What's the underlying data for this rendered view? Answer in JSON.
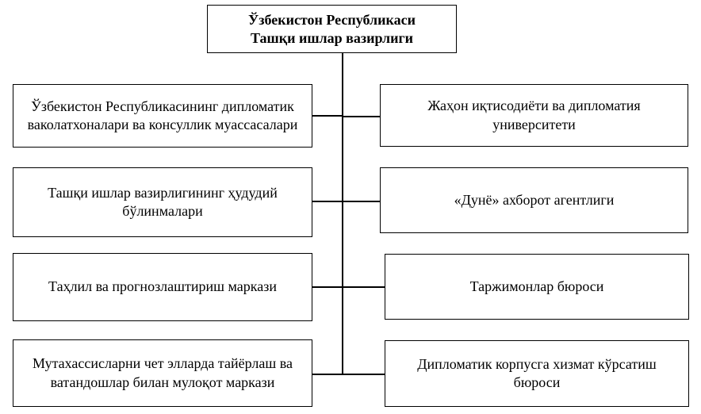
{
  "root": {
    "line1": "Ўзбекистон Республикаси",
    "line2": "Ташқи ишлар вазирлиги"
  },
  "left": [
    {
      "label": "Ўзбекистон Республикасининг дипломатик ваколатхоналари ва консуллик муассасалари"
    },
    {
      "label": "Ташқи ишлар вазирлигининг ҳудудий бўлинмалари"
    },
    {
      "label": "Таҳлил ва прогнозлаштириш маркази"
    },
    {
      "label": "Мутахассисларни чет элларда тайёрлаш ва ватандошлар билан мулоқот маркази"
    }
  ],
  "right": [
    {
      "label": "Жаҳон иқтисодиёти ва дипломатия университети"
    },
    {
      "label": "«Дунё» ахборот агентлиги"
    },
    {
      "label": "Таржимонлар бюроси"
    },
    {
      "label": "Дипломатик корпусга хизмат кўрсатиш бюроси"
    }
  ],
  "colors": {
    "stroke": "#000000",
    "background": "#ffffff"
  }
}
